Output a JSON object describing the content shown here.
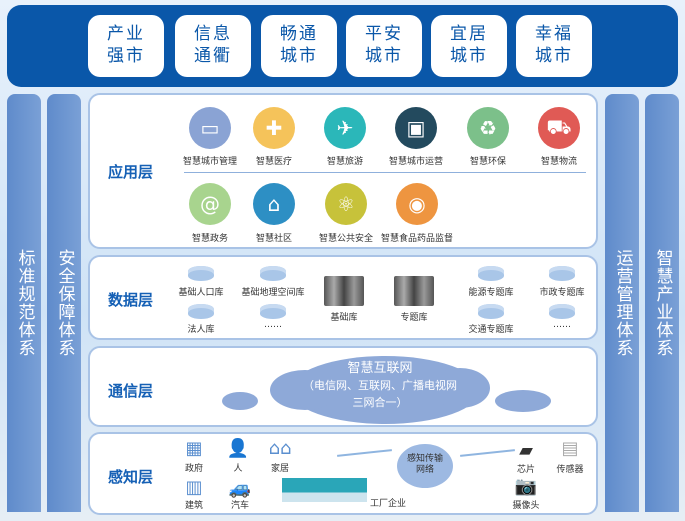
{
  "goals": [
    [
      "产业",
      "强市"
    ],
    [
      "信息",
      "通衢"
    ],
    [
      "畅通",
      "城市"
    ],
    [
      "平安",
      "城市"
    ],
    [
      "宜居",
      "城市"
    ],
    [
      "幸福",
      "城市"
    ]
  ],
  "left_columns": [
    "标准规范体系",
    "安全保障体系"
  ],
  "right_columns": [
    "运营管理体系",
    "智慧产业体系"
  ],
  "application": {
    "name": "应用层",
    "row1": [
      "智慧城市管理",
      "智慧医疗",
      "智慧旅游",
      "智慧城市运营",
      "智慧环保",
      "智慧物流"
    ],
    "row2": [
      "智慧政务",
      "智慧社区",
      "智慧公共安全",
      "智慧食品药品监督"
    ]
  },
  "data": {
    "name": "数据层",
    "items": [
      "基础人口库",
      "基础地理空间库",
      "基础库",
      "专题库",
      "能源专题库",
      "市政专题库",
      "法人库",
      "……",
      "交通专题库",
      "……"
    ]
  },
  "communication": {
    "name": "通信层",
    "line1": "智慧互联网",
    "line2": "（电信网、互联网、广播电视网",
    "line3": "三网合一）"
  },
  "perception": {
    "name": "感知层",
    "items": [
      "政府",
      "人",
      "家居",
      "建筑",
      "汽车",
      "工厂企业",
      "感知传输网络",
      "芯片",
      "传感器",
      "摄像头"
    ]
  },
  "colors": {
    "primary": "#0a57a9",
    "column": "#6b93cf",
    "icons": [
      "#8aa3d4",
      "#f5c35a",
      "#2bb7b9",
      "#234a5e",
      "#7cc08a",
      "#e05a55",
      "#a8d48e",
      "#2d8fc4",
      "#c7c23a",
      "#ee9540"
    ]
  }
}
